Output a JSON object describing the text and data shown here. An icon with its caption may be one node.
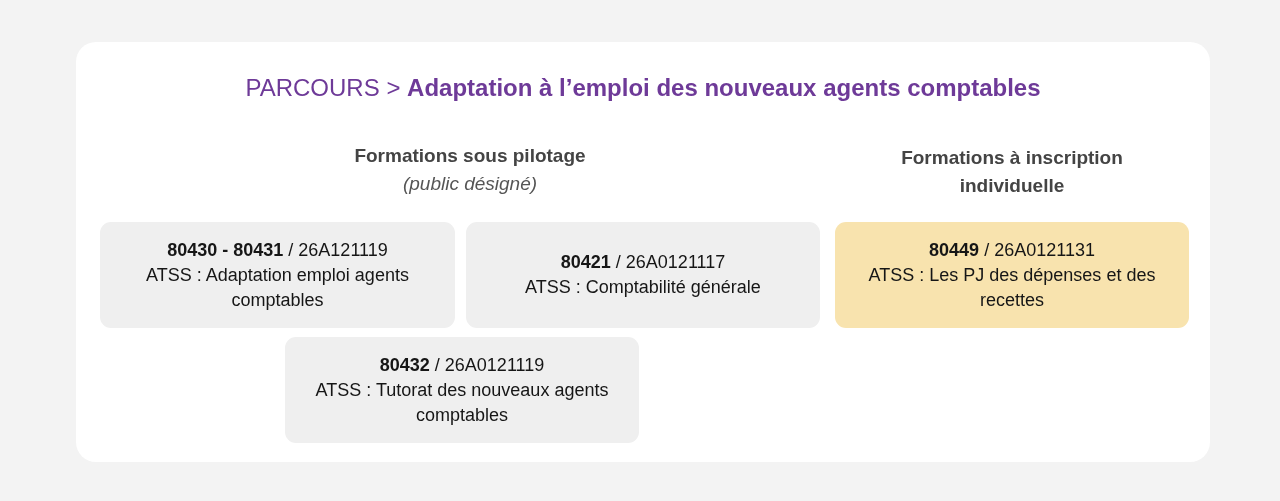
{
  "diagram": {
    "title": "PARCOURS > **Adaptation à l’emploi des nouveaux agents comptables**",
    "nodes": [
      {
        "text": [
          "**80430 - 80431** / 26A121119",
          "ATSS : Adaptation emploi agents comptables"
        ]
      },
      {
        "text": [
          "**80421** / 26A0121117",
          "ATSS : Comptabilité générale"
        ]
      },
      {
        "text": [
          "**80449** / 26A0121131",
          "ATSS : Les PJ des dépenses et des recettes"
        ]
      },
      {
        "text": [
          "**80432** / 26A0121119",
          "ATSS : Tutorat des nouveaux agents comptables"
        ]
      }
    ],
    "labels": [
      "Formations sous pilotage",
      "(public désigné)",
      "Formations à inscription individuelle"
    ]
  }
}
